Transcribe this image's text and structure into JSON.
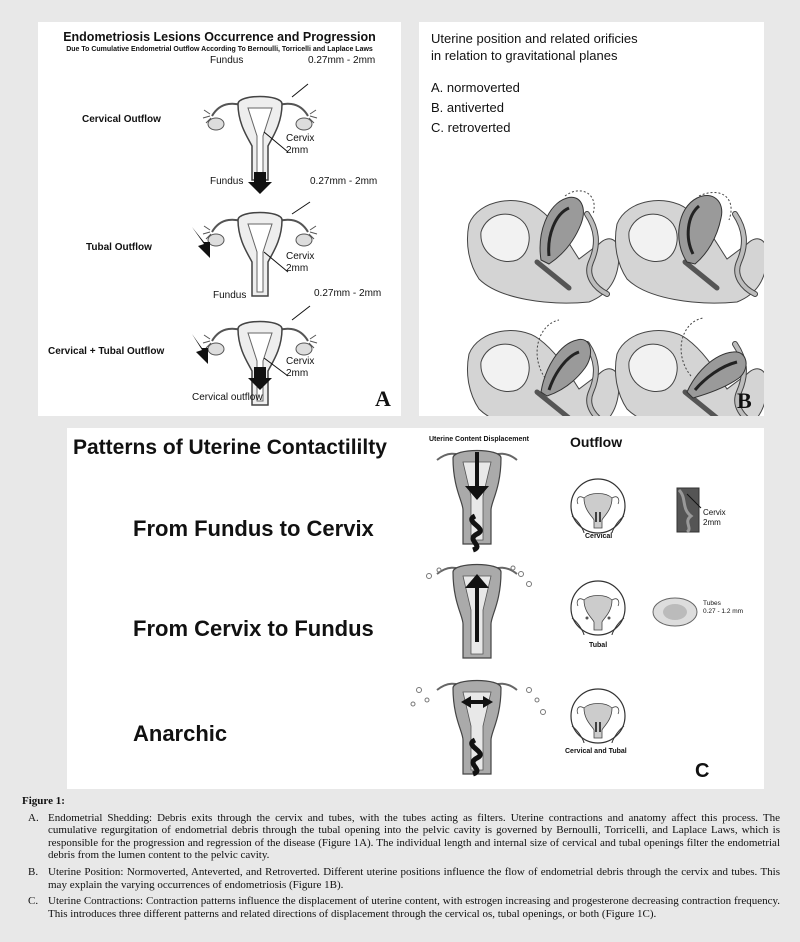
{
  "panel_a": {
    "title": "Endometriosis Lesions Occurrence and Progression",
    "subtitle": "Due To Cumulative Endometrial Outflow According To Bernoulli, Torricelli and Laplace Laws",
    "rows": [
      {
        "label": "Cervical Outflow",
        "fundus": "Fundus",
        "measure": "0.27mm - 2mm",
        "cervix": "Cervix",
        "cervix_size": "2mm"
      },
      {
        "label": "Tubal Outflow",
        "fundus": "Fundus",
        "measure": "0.27mm - 2mm",
        "cervix": "Cervix",
        "cervix_size": "2mm"
      },
      {
        "label": "Cervical + Tubal Outflow",
        "fundus": "Fundus",
        "measure": "0.27mm - 2mm",
        "cervix": "Cervix",
        "cervix_size": "2mm"
      }
    ],
    "bottom_label": "Cervical outflow",
    "letter": "A"
  },
  "panel_b": {
    "title_line1": "Uterine position and related orificies",
    "title_line2": "in relation to gravitational planes",
    "items": [
      "A. normoverted",
      "B. antiverted",
      "C. retroverted"
    ],
    "letter": "B"
  },
  "panel_c": {
    "title": "Patterns of Uterine Contactililty",
    "col_head_displacement": "Uterine Content Displacement",
    "col_head_outflow": "Outflow",
    "patterns": [
      "From Fundus to Cervix",
      "From Cervix to Fundus",
      "Anarchic"
    ],
    "outflow_labels": [
      "Cervical",
      "Tubal",
      "Cervical and Tubal"
    ],
    "cervix_label": "Cervix",
    "cervix_size": "2mm",
    "tubes_label": "Tubes",
    "tubes_size": "0.27 - 1.2 mm",
    "letter": "C"
  },
  "caption": {
    "label": "Figure 1:",
    "items": [
      {
        "letter": "A.",
        "text": "Endometrial Shedding: Debris exits through the cervix and tubes, with the tubes acting as filters. Uterine contractions and anatomy affect this process. The cumulative regurgitation of endometrial debris through the tubal opening into the pelvic cavity is governed by Bernoulli, Torricelli, and Laplace Laws, which is responsible for the progression and regression of the disease (Figure 1A). The individual length and internal size of cervical and tubal openings filter the endometrial debris from the lumen content to the pelvic cavity."
      },
      {
        "letter": "B.",
        "text": "Uterine Position: Normoverted, Anteverted, and Retroverted. Different uterine positions influence the flow of endometrial debris through the cervix and tubes. This may explain the varying occurrences of endometriosis (Figure 1B)."
      },
      {
        "letter": "C.",
        "text": "Uterine Contractions: Contraction patterns influence the displacement of uterine content, with estrogen increasing and progesterone decreasing contraction frequency. This introduces three different patterns and related directions of displacement through the cervical os, tubal openings, or both (Figure 1C)."
      }
    ]
  }
}
